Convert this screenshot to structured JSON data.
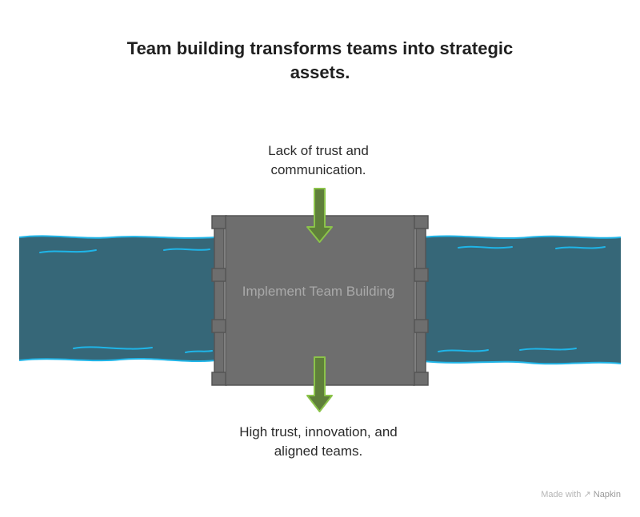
{
  "title": "Team building transforms teams into strategic assets.",
  "gate": {
    "label": "Implement Team Building"
  },
  "input": {
    "label": "Lack of trust and communication."
  },
  "output": {
    "label": "High trust, innovation, and aligned teams."
  },
  "footer": {
    "made_with": "Made with",
    "brand": "Napkin"
  },
  "colors": {
    "water": "#366778",
    "water_edge": "#1fb5e8",
    "gate_fill": "#6e6e6e",
    "gate_stroke": "#555555",
    "arrow_fill": "#5f7f3a",
    "arrow_stroke": "#8bc34a"
  }
}
